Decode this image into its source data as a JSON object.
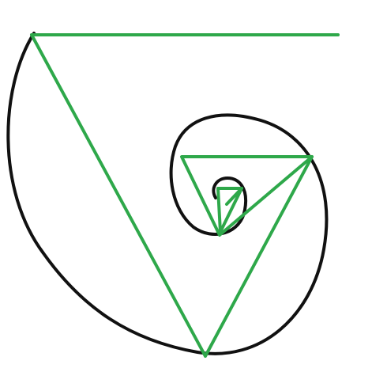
{
  "diagram": {
    "title": "",
    "description": "",
    "colors": {
      "background": "#ffffff",
      "spiral": "#111111",
      "triangles": "#2ea84a"
    },
    "elements": {
      "spiral": {
        "kind": "curve",
        "name": "spiral"
      },
      "triangles": [
        {
          "name": "triangle-large"
        },
        {
          "name": "triangle-medium"
        },
        {
          "name": "triangle-small"
        }
      ],
      "top_line": {
        "kind": "line",
        "name": "top-horizontal-line"
      }
    }
  }
}
